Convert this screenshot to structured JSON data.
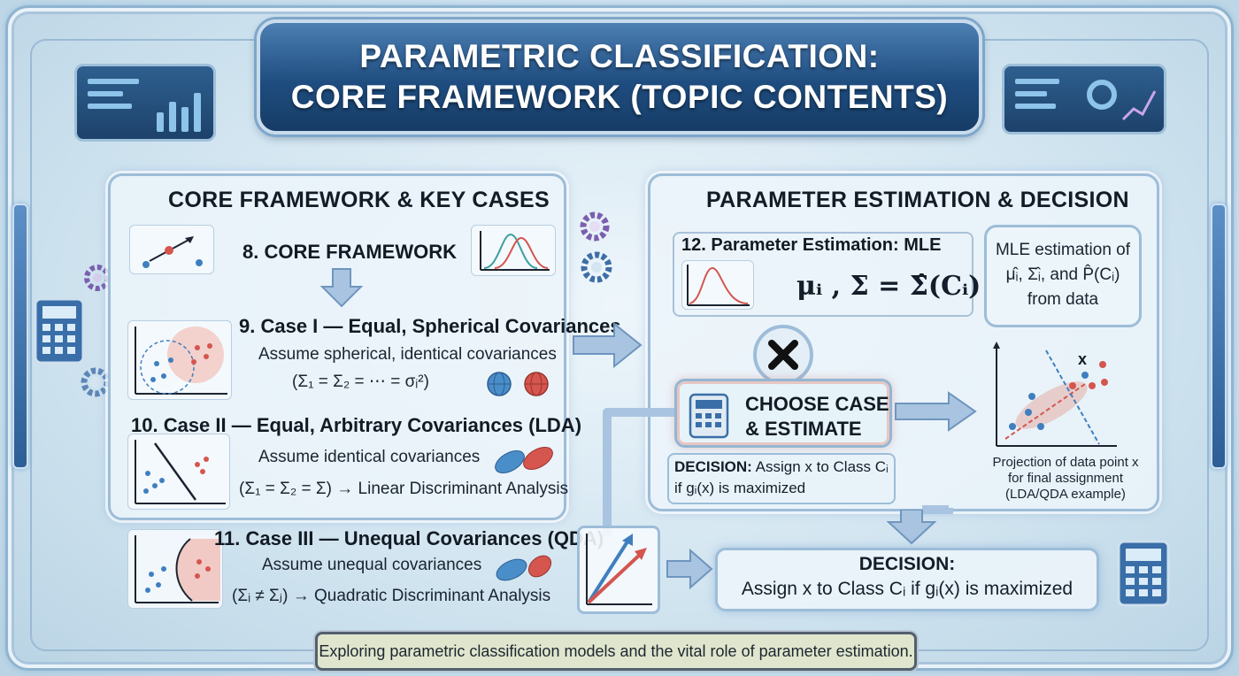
{
  "header": {
    "title_line1": "PARAMETRIC CLASSIFICATION:",
    "title_line2": "CORE FRAMEWORK (TOPIC CONTENTS)"
  },
  "left_panel": {
    "title": "CORE FRAMEWORK & KEY CASES",
    "core": "8. CORE FRAMEWORK",
    "case1": {
      "heading": "9. Case I — Equal, Spherical Covariances",
      "line1": "Assume spherical, identical covariances",
      "line2": "(Σ₁ = Σ₂ = ⋯ = σᵢ²)"
    },
    "case2": {
      "heading": "10. Case II — Equal, Arbitrary Covariances (LDA)",
      "line1": "Assume identical covariances",
      "line2": "(Σ₁ = Σ₂ = Σ) → Linear Discriminant Analysis"
    },
    "case3": {
      "heading": "11. Case III — Unequal Covariances (QDA)",
      "line1": "Assume unequal covariances",
      "line2": "(Σᵢ ≠ Σⱼ) → Quadratic Discriminant Analysis"
    }
  },
  "right_panel": {
    "title": "PARAMETER ESTIMATION & DECISION",
    "mle_heading": "12. Parameter Estimation: MLE",
    "formula": "μᵢ , Σ = Σ̂(Cᵢ)",
    "mle_note": {
      "line1": "MLE estimation of",
      "line2": "μ̂ᵢ, Σ̂ᵢ, and P̂(Cᵢ)",
      "line3": "from data"
    },
    "choose_line1": "CHOOSE CASE",
    "choose_line2": "& ESTIMATE",
    "small_decision": {
      "label": "DECISION:",
      "line1": "Assign x to Class Cᵢ",
      "line2": "if gᵢ(x) is maximized"
    },
    "projection_point_label": "x",
    "projection_caption": {
      "line1": "Projection of data point x",
      "line2": "for final assignment",
      "line3": "(LDA/QDA example)"
    }
  },
  "decision": {
    "label": "DECISION:",
    "text": "Assign x to Class Cᵢ if gᵢ(x) is maximized"
  },
  "footer": {
    "text": "Exploring parametric classification models and the vital role of parameter estimation."
  },
  "colors": {
    "accent_blue": "#3f7fbf",
    "accent_red": "#d4564f",
    "title_bg": "#1f4d80",
    "gear": "#7b5fb0"
  }
}
